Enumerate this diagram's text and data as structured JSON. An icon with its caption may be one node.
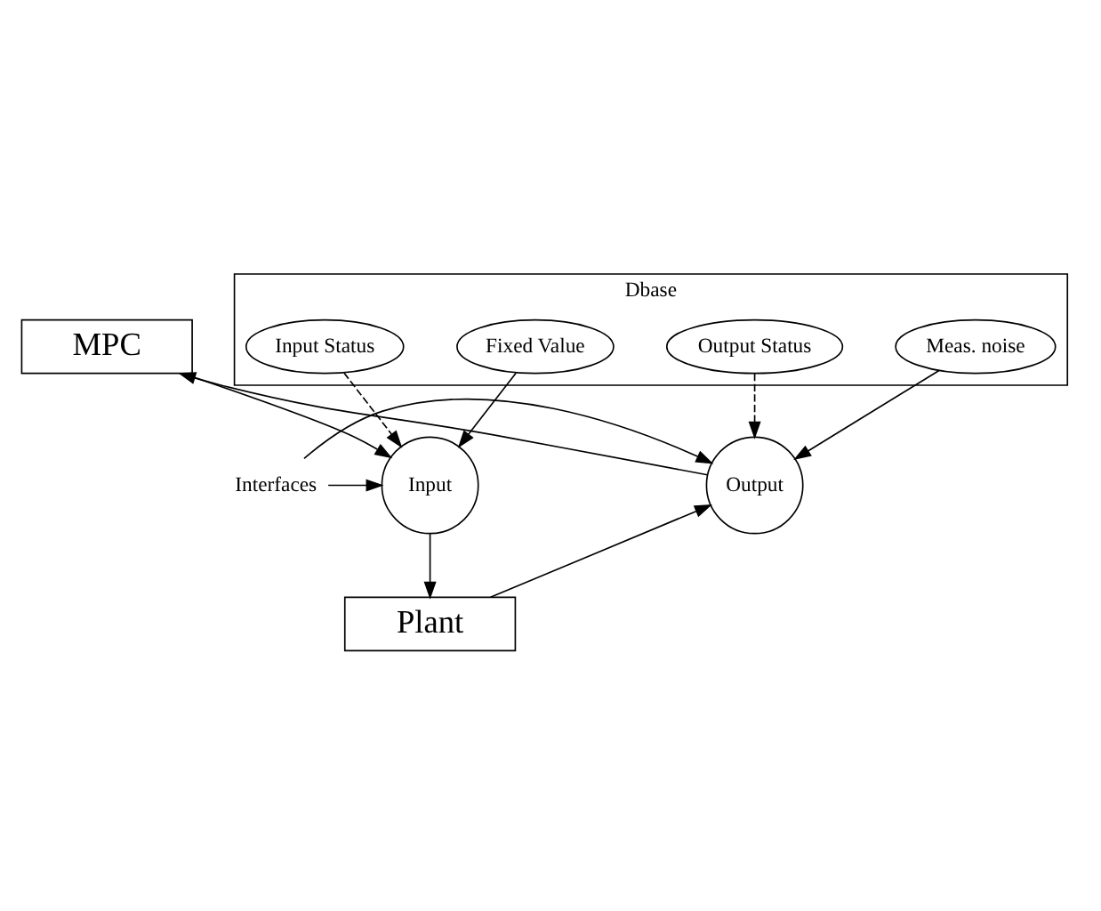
{
  "diagram": {
    "nodes": [
      {
        "text": [
          "Dbase"
        ]
      },
      {
        "text": [
          "Fixed Value"
        ],
        "in": 0
      },
      {
        "text": [
          "Meas. noise"
        ],
        "in": 0
      },
      {
        "text": [
          "Input Status"
        ],
        "in": 0
      },
      {
        "text": [
          "Output Status"
        ],
        "in": 0
      },
      {
        "text": [
          "MPC"
        ]
      },
      {
        "text": [
          "Input"
        ]
      },
      {
        "text": [
          "Output"
        ]
      },
      {
        "text": [
          "Plant"
        ]
      },
      {
        "text": [
          "Interfaces"
        ]
      }
    ],
    "edges": [
      {
        "from": 1,
        "to": 6,
        "arrow": "to"
      },
      {
        "from": 3,
        "to": 6,
        "arrow": "to",
        "style": "dashed"
      },
      {
        "from": 2,
        "to": 7,
        "arrow": "to"
      },
      {
        "from": 4,
        "to": 7,
        "arrow": "to",
        "style": "dashed"
      },
      {
        "from": 5,
        "to": 6,
        "arrow": "to"
      },
      {
        "from": 7,
        "to": 5,
        "arrow": "to"
      },
      {
        "from": 6,
        "to": 8,
        "arrow": "to"
      },
      {
        "from": 8,
        "to": 7,
        "arrow": "to"
      },
      {
        "from": 9,
        "to": 6,
        "arrow": "to"
      },
      {
        "from": 9,
        "to": 7,
        "arrow": "to"
      }
    ]
  }
}
